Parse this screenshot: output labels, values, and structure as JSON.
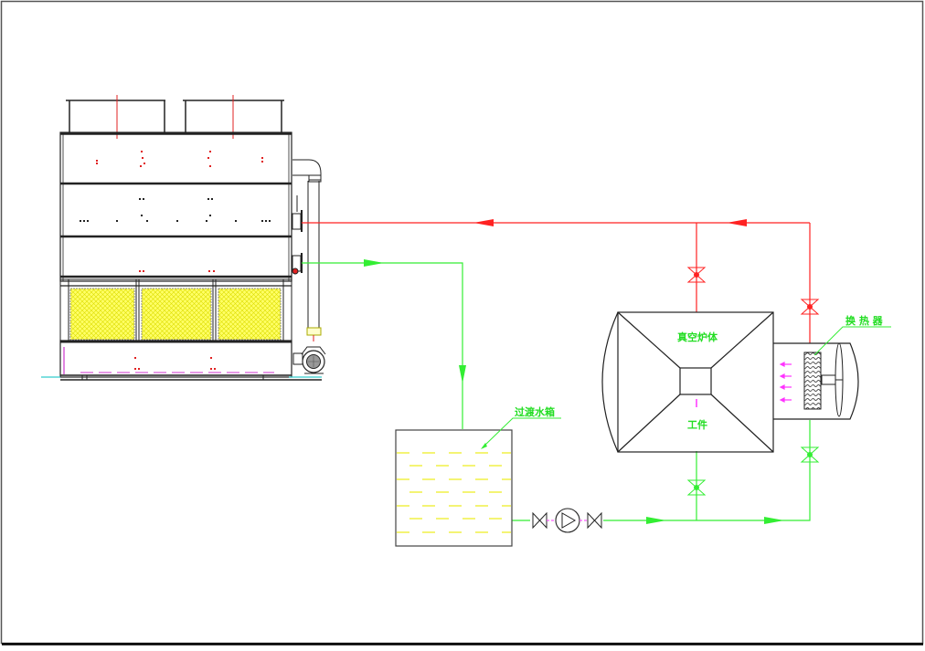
{
  "diagram": {
    "type": "process-flow-schematic",
    "colors": {
      "hot_line": "#ff2222",
      "cold_line": "#33ee33",
      "outline": "#222222",
      "fill_media": "#ffff44",
      "air_arrow": "#ff33ff",
      "base_water": "#33cccc",
      "label_text": "#22dd22"
    },
    "labels": {
      "furnace": "真空炉体",
      "workpiece": "工件",
      "heat_exchanger": "换 热 器",
      "transfer_tank": "过渡水箱"
    },
    "components": [
      {
        "id": "cooling-tower",
        "name": "Closed-circuit cooling tower"
      },
      {
        "id": "transfer-tank",
        "label_ref": "transfer_tank"
      },
      {
        "id": "pump",
        "name": "Circulation pump"
      },
      {
        "id": "vacuum-furnace",
        "label_ref": "furnace"
      },
      {
        "id": "workpiece",
        "label_ref": "workpiece"
      },
      {
        "id": "heat-exchanger",
        "label_ref": "heat_exchanger"
      }
    ],
    "flows": [
      {
        "from": "heat-exchanger",
        "to": "cooling-tower",
        "line": "hot"
      },
      {
        "from": "vacuum-furnace",
        "to": "cooling-tower",
        "line": "hot"
      },
      {
        "from": "cooling-tower",
        "to": "transfer-tank",
        "line": "cold"
      },
      {
        "from": "transfer-tank",
        "to": "pump",
        "line": "cold"
      },
      {
        "from": "pump",
        "to": "vacuum-furnace",
        "line": "cold"
      },
      {
        "from": "pump",
        "to": "heat-exchanger",
        "line": "cold"
      }
    ]
  }
}
